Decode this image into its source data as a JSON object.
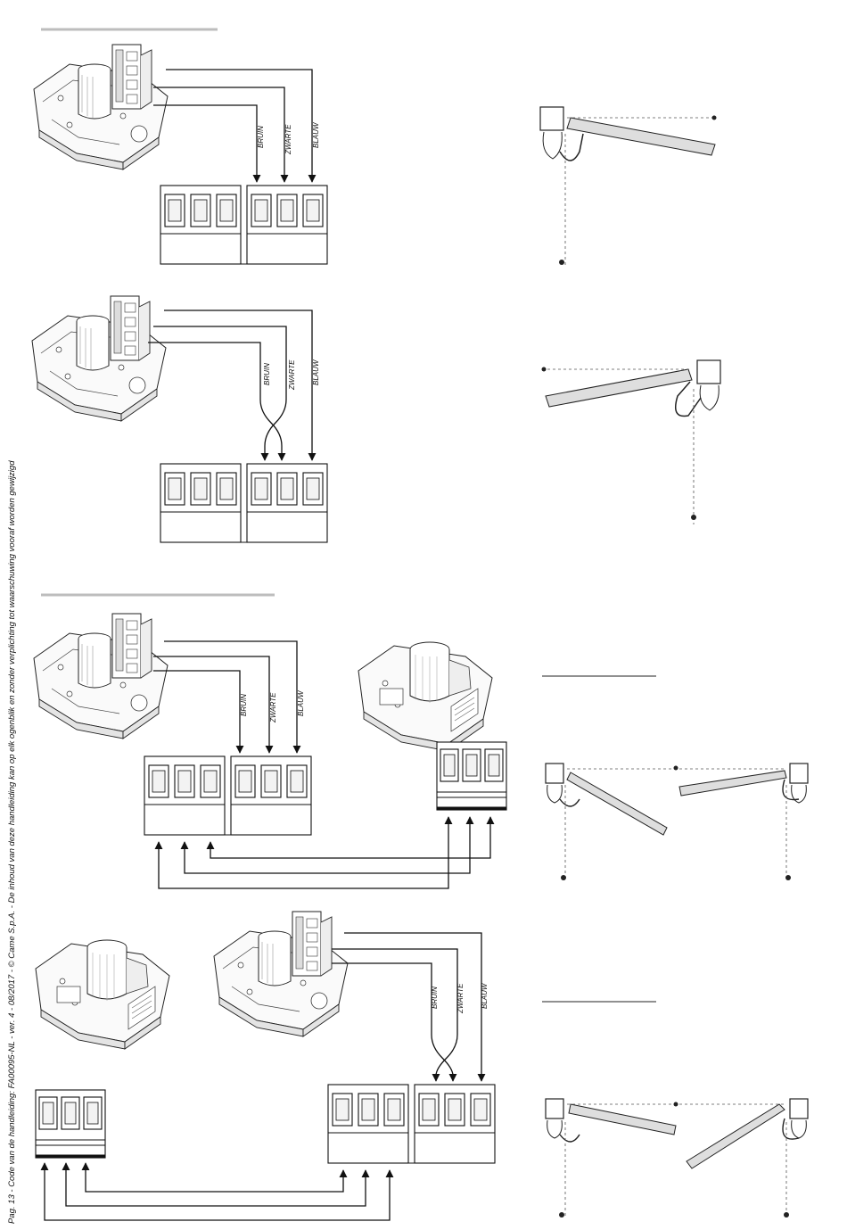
{
  "footer": {
    "text": "Pag. 13 - Code van de handleiding:  FA00095-NL - ver. 4 - 08/2017 - © Came S.p.A. - De inhoud van deze handleiding kan op elk ogenblik en zonder verplichting tot waarschuwing vooraf worden gewijzigd"
  },
  "wires": {
    "brown": "BRUIN",
    "black": "ZWARTE",
    "blue": "BLAUW"
  },
  "diagrams": [
    {
      "id": "single-direct",
      "crossed": false,
      "wire_labels": [
        "BRUIN",
        "ZWARTE",
        "BLAUW"
      ]
    },
    {
      "id": "single-crossed",
      "crossed": true,
      "wire_labels": [
        "BRUIN",
        "ZWARTE",
        "BLAUW"
      ]
    },
    {
      "id": "pair-direct",
      "crossed": false,
      "wire_labels": [
        "BRUIN",
        "ZWARTE",
        "BLAUW"
      ]
    },
    {
      "id": "pair-crossed",
      "crossed": true,
      "wire_labels": [
        "BRUIN",
        "ZWARTE",
        "BLAUW"
      ]
    }
  ]
}
